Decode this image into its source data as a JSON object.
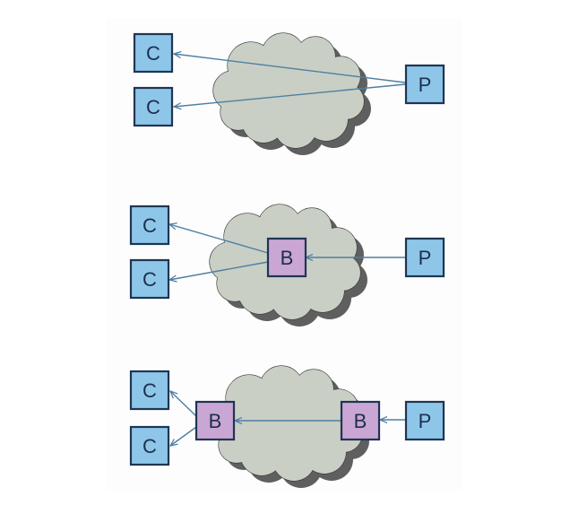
{
  "colors": {
    "client_fill": "#8ec6ea",
    "broker_fill": "#c9a6d3",
    "node_border": "#1f3553",
    "cloud_fill": "#c9cfc5",
    "cloud_shadow": "#5f5f5f",
    "arrow": "#4e7fa2",
    "panel_bg": "#fdfdfd"
  },
  "diagrams": [
    {
      "id": "direct",
      "clients": [
        {
          "label": "C"
        },
        {
          "label": "C"
        }
      ],
      "brokers": [],
      "producer": {
        "label": "P"
      }
    },
    {
      "id": "single-broker",
      "clients": [
        {
          "label": "C"
        },
        {
          "label": "C"
        }
      ],
      "brokers": [
        {
          "label": "B"
        }
      ],
      "producer": {
        "label": "P"
      }
    },
    {
      "id": "two-brokers",
      "clients": [
        {
          "label": "C"
        },
        {
          "label": "C"
        }
      ],
      "brokers": [
        {
          "label": "B"
        },
        {
          "label": "B"
        }
      ],
      "producer": {
        "label": "P"
      }
    }
  ]
}
